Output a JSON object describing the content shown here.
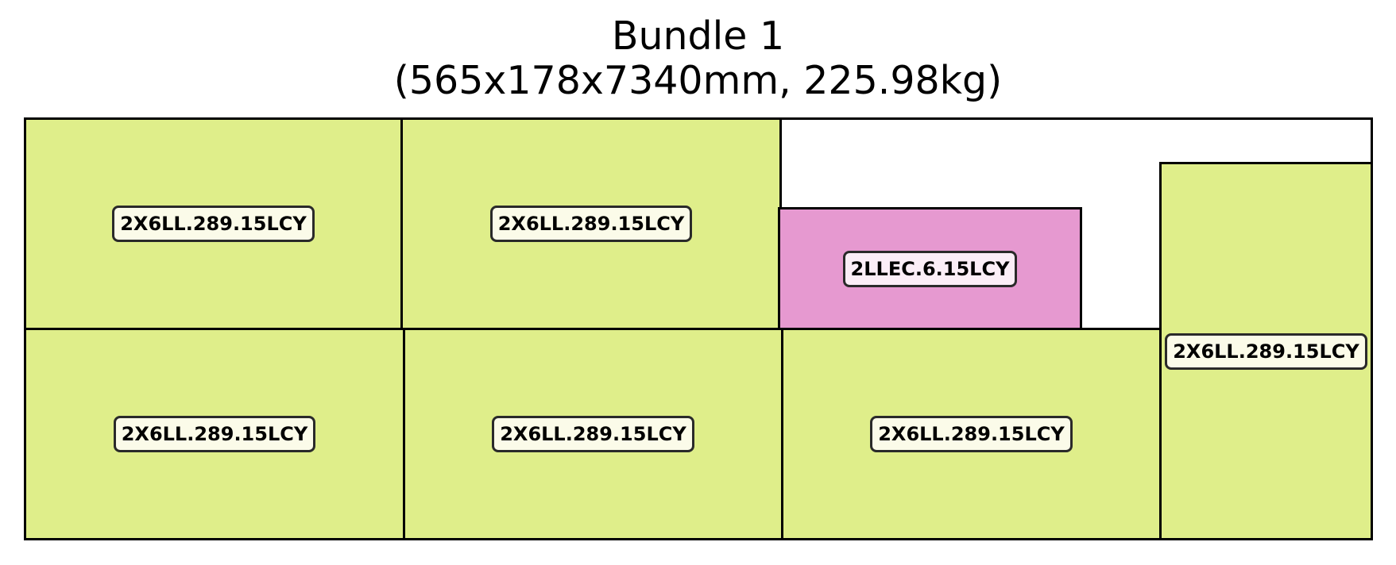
{
  "title": {
    "line1": "Bundle 1",
    "line2": "(565x178x7340mm, 225.98kg)"
  },
  "colors": {
    "green_fill": "#dfee8a",
    "pink_fill": "#e699d0",
    "green_label_bg": "#fbfbe9",
    "pink_label_bg": "#fbeef7",
    "border": "#000000"
  },
  "pieces": [
    {
      "label": "2X6LL.289.15LCY",
      "color": "green"
    },
    {
      "label": "2X6LL.289.15LCY",
      "color": "green"
    },
    {
      "label": "2LLEC.6.15LCY",
      "color": "pink"
    },
    {
      "label": "2X6LL.289.15LCY",
      "color": "green"
    },
    {
      "label": "2X6LL.289.15LCY",
      "color": "green"
    },
    {
      "label": "2X6LL.289.15LCY",
      "color": "green"
    },
    {
      "label": "2X6LL.289.15LCY",
      "color": "green"
    }
  ]
}
